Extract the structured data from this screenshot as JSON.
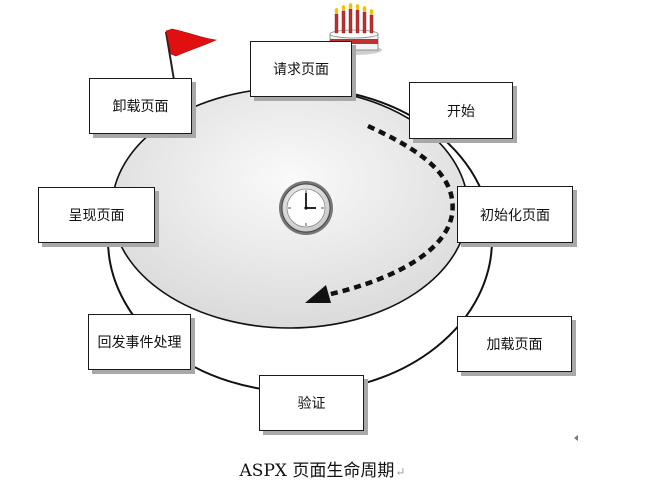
{
  "stages": {
    "request": "请求页面",
    "start": "开始",
    "initialize": "初始化页面",
    "load": "加载页面",
    "validate": "验证",
    "postback": "回发事件处理",
    "render": "呈现页面",
    "unload": "卸载页面"
  },
  "caption": "ASPX 页面生命周期",
  "caption_mark": "↵",
  "icons": {
    "birthday": "cake-icon",
    "end": "flag-icon",
    "center": "clock-icon",
    "flow": "dashed-arrow"
  },
  "colors": {
    "box_border": "#1a1a1a",
    "box_shadow": "#a8a8a8",
    "ellipse_fill": "#e6e6e6",
    "flag": "#e01010",
    "arrow": "#111111"
  }
}
